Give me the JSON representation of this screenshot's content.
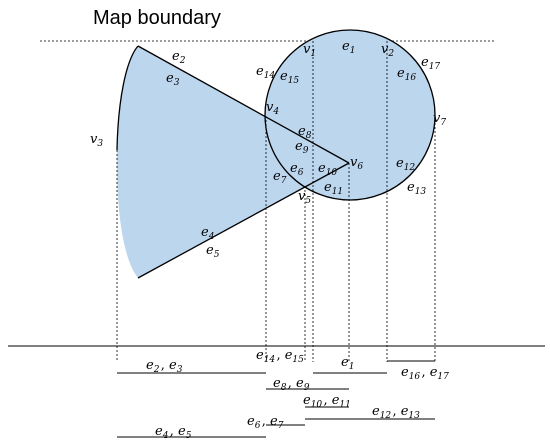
{
  "title": "Map boundary",
  "colors": {
    "fill": "#bcd6ee",
    "stroke": "#000000"
  },
  "shape_labels": [
    {
      "id": "v1",
      "base": "v",
      "sub": "1"
    },
    {
      "id": "e1",
      "base": "e",
      "sub": "1"
    },
    {
      "id": "v2",
      "base": "v",
      "sub": "2"
    },
    {
      "id": "e2",
      "base": "e",
      "sub": "2"
    },
    {
      "id": "e3",
      "base": "e",
      "sub": "3"
    },
    {
      "id": "e14",
      "base": "e",
      "sub": "14"
    },
    {
      "id": "e15",
      "base": "e",
      "sub": "15"
    },
    {
      "id": "e16",
      "base": "e",
      "sub": "16"
    },
    {
      "id": "e17",
      "base": "e",
      "sub": "17"
    },
    {
      "id": "v4",
      "base": "v",
      "sub": "4"
    },
    {
      "id": "v7",
      "base": "v",
      "sub": "7"
    },
    {
      "id": "v3",
      "base": "v",
      "sub": "3"
    },
    {
      "id": "e8",
      "base": "e",
      "sub": "8"
    },
    {
      "id": "e9",
      "base": "e",
      "sub": "9"
    },
    {
      "id": "e6",
      "base": "e",
      "sub": "6"
    },
    {
      "id": "e10",
      "base": "e",
      "sub": "10"
    },
    {
      "id": "v6",
      "base": "v",
      "sub": "6"
    },
    {
      "id": "e12",
      "base": "e",
      "sub": "12"
    },
    {
      "id": "e7",
      "base": "e",
      "sub": "7"
    },
    {
      "id": "e11",
      "base": "e",
      "sub": "11"
    },
    {
      "id": "e13",
      "base": "e",
      "sub": "13"
    },
    {
      "id": "v5",
      "base": "v",
      "sub": "5"
    },
    {
      "id": "e4",
      "base": "e",
      "sub": "4"
    },
    {
      "id": "e5",
      "base": "e",
      "sub": "5"
    }
  ],
  "interval_labels": [
    {
      "id": "i-e2e3",
      "parts": [
        {
          "base": "e",
          "sub": "2"
        },
        {
          "base": "e",
          "sub": "3"
        }
      ]
    },
    {
      "id": "i-e14e15",
      "parts": [
        {
          "base": "e",
          "sub": "14"
        },
        {
          "base": "e",
          "sub": "15"
        }
      ]
    },
    {
      "id": "i-e1",
      "parts": [
        {
          "base": "e",
          "sub": "1"
        }
      ]
    },
    {
      "id": "i-e16e17",
      "parts": [
        {
          "base": "e",
          "sub": "16"
        },
        {
          "base": "e",
          "sub": "17"
        }
      ]
    },
    {
      "id": "i-e8e9",
      "parts": [
        {
          "base": "e",
          "sub": "8"
        },
        {
          "base": "e",
          "sub": "9"
        }
      ]
    },
    {
      "id": "i-e10e11",
      "parts": [
        {
          "base": "e",
          "sub": "10"
        },
        {
          "base": "e",
          "sub": "11"
        }
      ]
    },
    {
      "id": "i-e12e13",
      "parts": [
        {
          "base": "e",
          "sub": "12"
        },
        {
          "base": "e",
          "sub": "13"
        }
      ]
    },
    {
      "id": "i-e6e7",
      "parts": [
        {
          "base": "e",
          "sub": "6"
        },
        {
          "base": "e",
          "sub": "7"
        }
      ]
    },
    {
      "id": "i-e4e5",
      "parts": [
        {
          "base": "e",
          "sub": "4"
        },
        {
          "base": "e",
          "sub": "5"
        }
      ]
    }
  ]
}
